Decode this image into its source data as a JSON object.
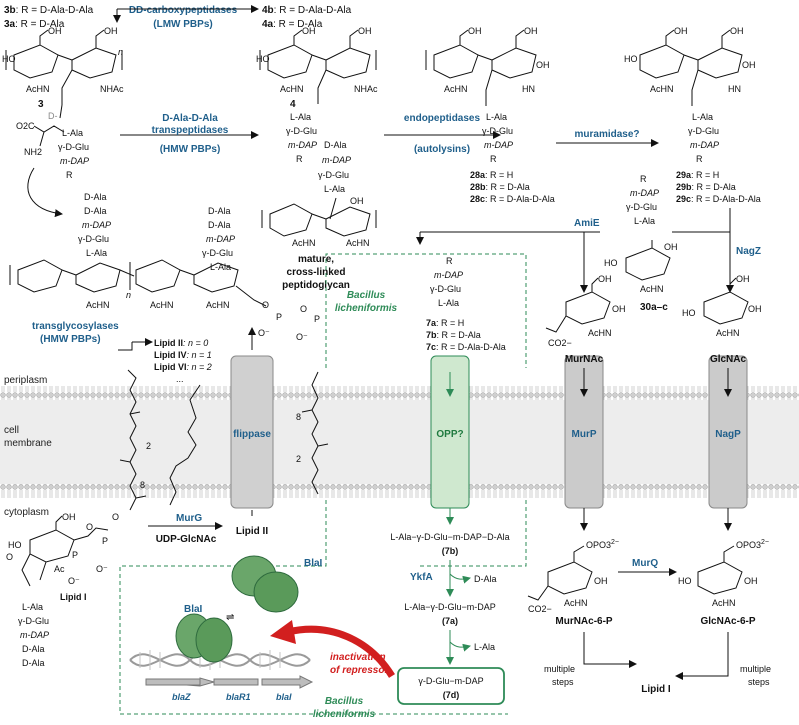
{
  "top_left": {
    "row1_compound": "3b",
    "row1_text": ": R = D-Ala-D-Ala",
    "row2_compound": "3a",
    "row2_text": ": R = D-Ala",
    "enzyme_line1": "DD-carboxypeptidases",
    "enzyme_line2": "(LMW PBPs)",
    "product_row1_compound": "4b",
    "product_row1_text": ": R = D-Ala-D-Ala",
    "product_row2_compound": "4a",
    "product_row2_text": ": R = D-Ala"
  },
  "compounds": {
    "c3": "3",
    "c4": "4",
    "pep_stack_3": [
      "L-Ala",
      "γ-D-Glu",
      "m-DAP",
      "R"
    ],
    "pep_stack_4": [
      "L-Ala",
      "γ-D-Glu",
      "m-DAP",
      "R"
    ],
    "crosslink": [
      "D-Ala",
      "m-DAP",
      "γ-D-Glu",
      "L-Ala"
    ],
    "mature_line1": "mature,",
    "mature_line2": "cross-linked",
    "mature_line3": "peptidoglycan",
    "sugar_labels": [
      "AcHN",
      "NHAc",
      "OH",
      "HO"
    ]
  },
  "enzymes": {
    "transpeptidases_line1": "D-Ala-D-Ala",
    "transpeptidases_line2": "transpeptidases",
    "transpeptidases_line3": "(HMW PBPs)",
    "endopeptidases_line1": "endopeptidases",
    "endopeptidases_line2": "(autolysins)",
    "muramidase": "muramidase?",
    "amie": "AmiE",
    "nagz": "NagZ",
    "murg": "MurG",
    "murq": "MurQ",
    "ykfa": "YkfA",
    "transglycosylases_line1": "transglycosylases",
    "transglycosylases_line2": "(HMW PBPs)"
  },
  "series_28": [
    {
      "id": "28a",
      "text": ": R = H"
    },
    {
      "id": "28b",
      "text": ": R = D-Ala"
    },
    {
      "id": "28c",
      "text": ": R = D-Ala-D-Ala"
    }
  ],
  "series_29": [
    {
      "id": "29a",
      "text": ": R = H"
    },
    {
      "id": "29b",
      "text": ": R = D-Ala"
    },
    {
      "id": "29c",
      "text": ": R = D-Ala-D-Ala"
    }
  ],
  "series_7": [
    {
      "id": "7a",
      "text": ": R = H"
    },
    {
      "id": "7b",
      "text": ": R = D-Ala"
    },
    {
      "id": "7c",
      "text": ": R = D-Ala-D-Ala"
    }
  ],
  "pep_7": [
    "R",
    "m-DAP",
    "γ-D-Glu",
    "L-Ala"
  ],
  "pep_30": [
    "R",
    "m-DAP",
    "γ-D-Glu",
    "L-Ala"
  ],
  "c30": "30a–c",
  "lipids": [
    {
      "name": "Lipid II",
      "n": ": n = 0"
    },
    {
      "name": "Lipid IV",
      "n": ": n = 1"
    },
    {
      "name": "Lipid VI",
      "n": ": n = 2"
    }
  ],
  "lipid_ellipsis": "...",
  "lipid_top_pep": [
    "D-Ala",
    "D-Ala",
    "m-DAP",
    "γ-D-Glu",
    "L-Ala"
  ],
  "lipid_right_pep": [
    "D-Ala",
    "D-Ala",
    "m-DAP",
    "γ-D-Glu",
    "L-Ala"
  ],
  "organism": "Bacillus licheniformis",
  "organism_line1": "Bacillus",
  "organism_line2": "licheniformis",
  "membrane": {
    "periplasm": "periplasm",
    "cell": "cell",
    "membrane": "membrane",
    "cytoplasm": "cytoplasm",
    "flippase": "flippase",
    "opp": "OPP?",
    "murp": "MurP",
    "nagp": "NagP",
    "iso_2": "2",
    "iso_8": "8"
  },
  "monosaccharides": {
    "murnac": "MurNAc",
    "glcnac": "GlcNAc",
    "murnac6p": "MurNAc-6-P",
    "glcnac6p": "GlcNAc-6-P",
    "phosphate": "OPO3",
    "charge": "2−",
    "co2": "CO2−"
  },
  "bottom": {
    "udp_glcnac": "UDP-GlcNAc",
    "lipid_ii": "Lipid II",
    "lipid_i_left": "Lipid I",
    "lipid_i_right": "Lipid I",
    "lipid_i_pep": [
      "L-Ala",
      "γ-D-Glu",
      "m-DAP",
      "D-Ala",
      "D-Ala"
    ],
    "tetrapep": "L-Ala−γ-D-Glu−m-DAP−D-Ala",
    "tetrapep_id": "(7b)",
    "tripep": "L-Ala−γ-D-Glu−m-DAP",
    "tripep_id": "(7a)",
    "dipep": "γ-D-Glu−m-DAP",
    "dipep_id": "(7d)",
    "d_ala": "D-Ala",
    "l_ala": "L-Ala",
    "multiple_steps_left_1": "multiple",
    "multiple_steps_left_2": "steps",
    "multiple_steps_right_1": "multiple",
    "multiple_steps_right_2": "steps",
    "blai_top": "BlaI",
    "blai_dna": "BlaI",
    "inactivation_1": "inactivation",
    "inactivation_2": "of repressor",
    "gene_blaz": "blaZ",
    "gene_blar1": "blaR1",
    "gene_blai": "blaI",
    "amino": "NH2",
    "carboxyl": "O2C",
    "d_label": "D-"
  },
  "colors": {
    "blue": "#1f5f8b",
    "green": "#2e8b57",
    "red": "#d21f1f",
    "membrane_gray": "#d9d9d9",
    "transporter_gray": "#c9c9c9",
    "opp_green": "#cfe8cf"
  }
}
